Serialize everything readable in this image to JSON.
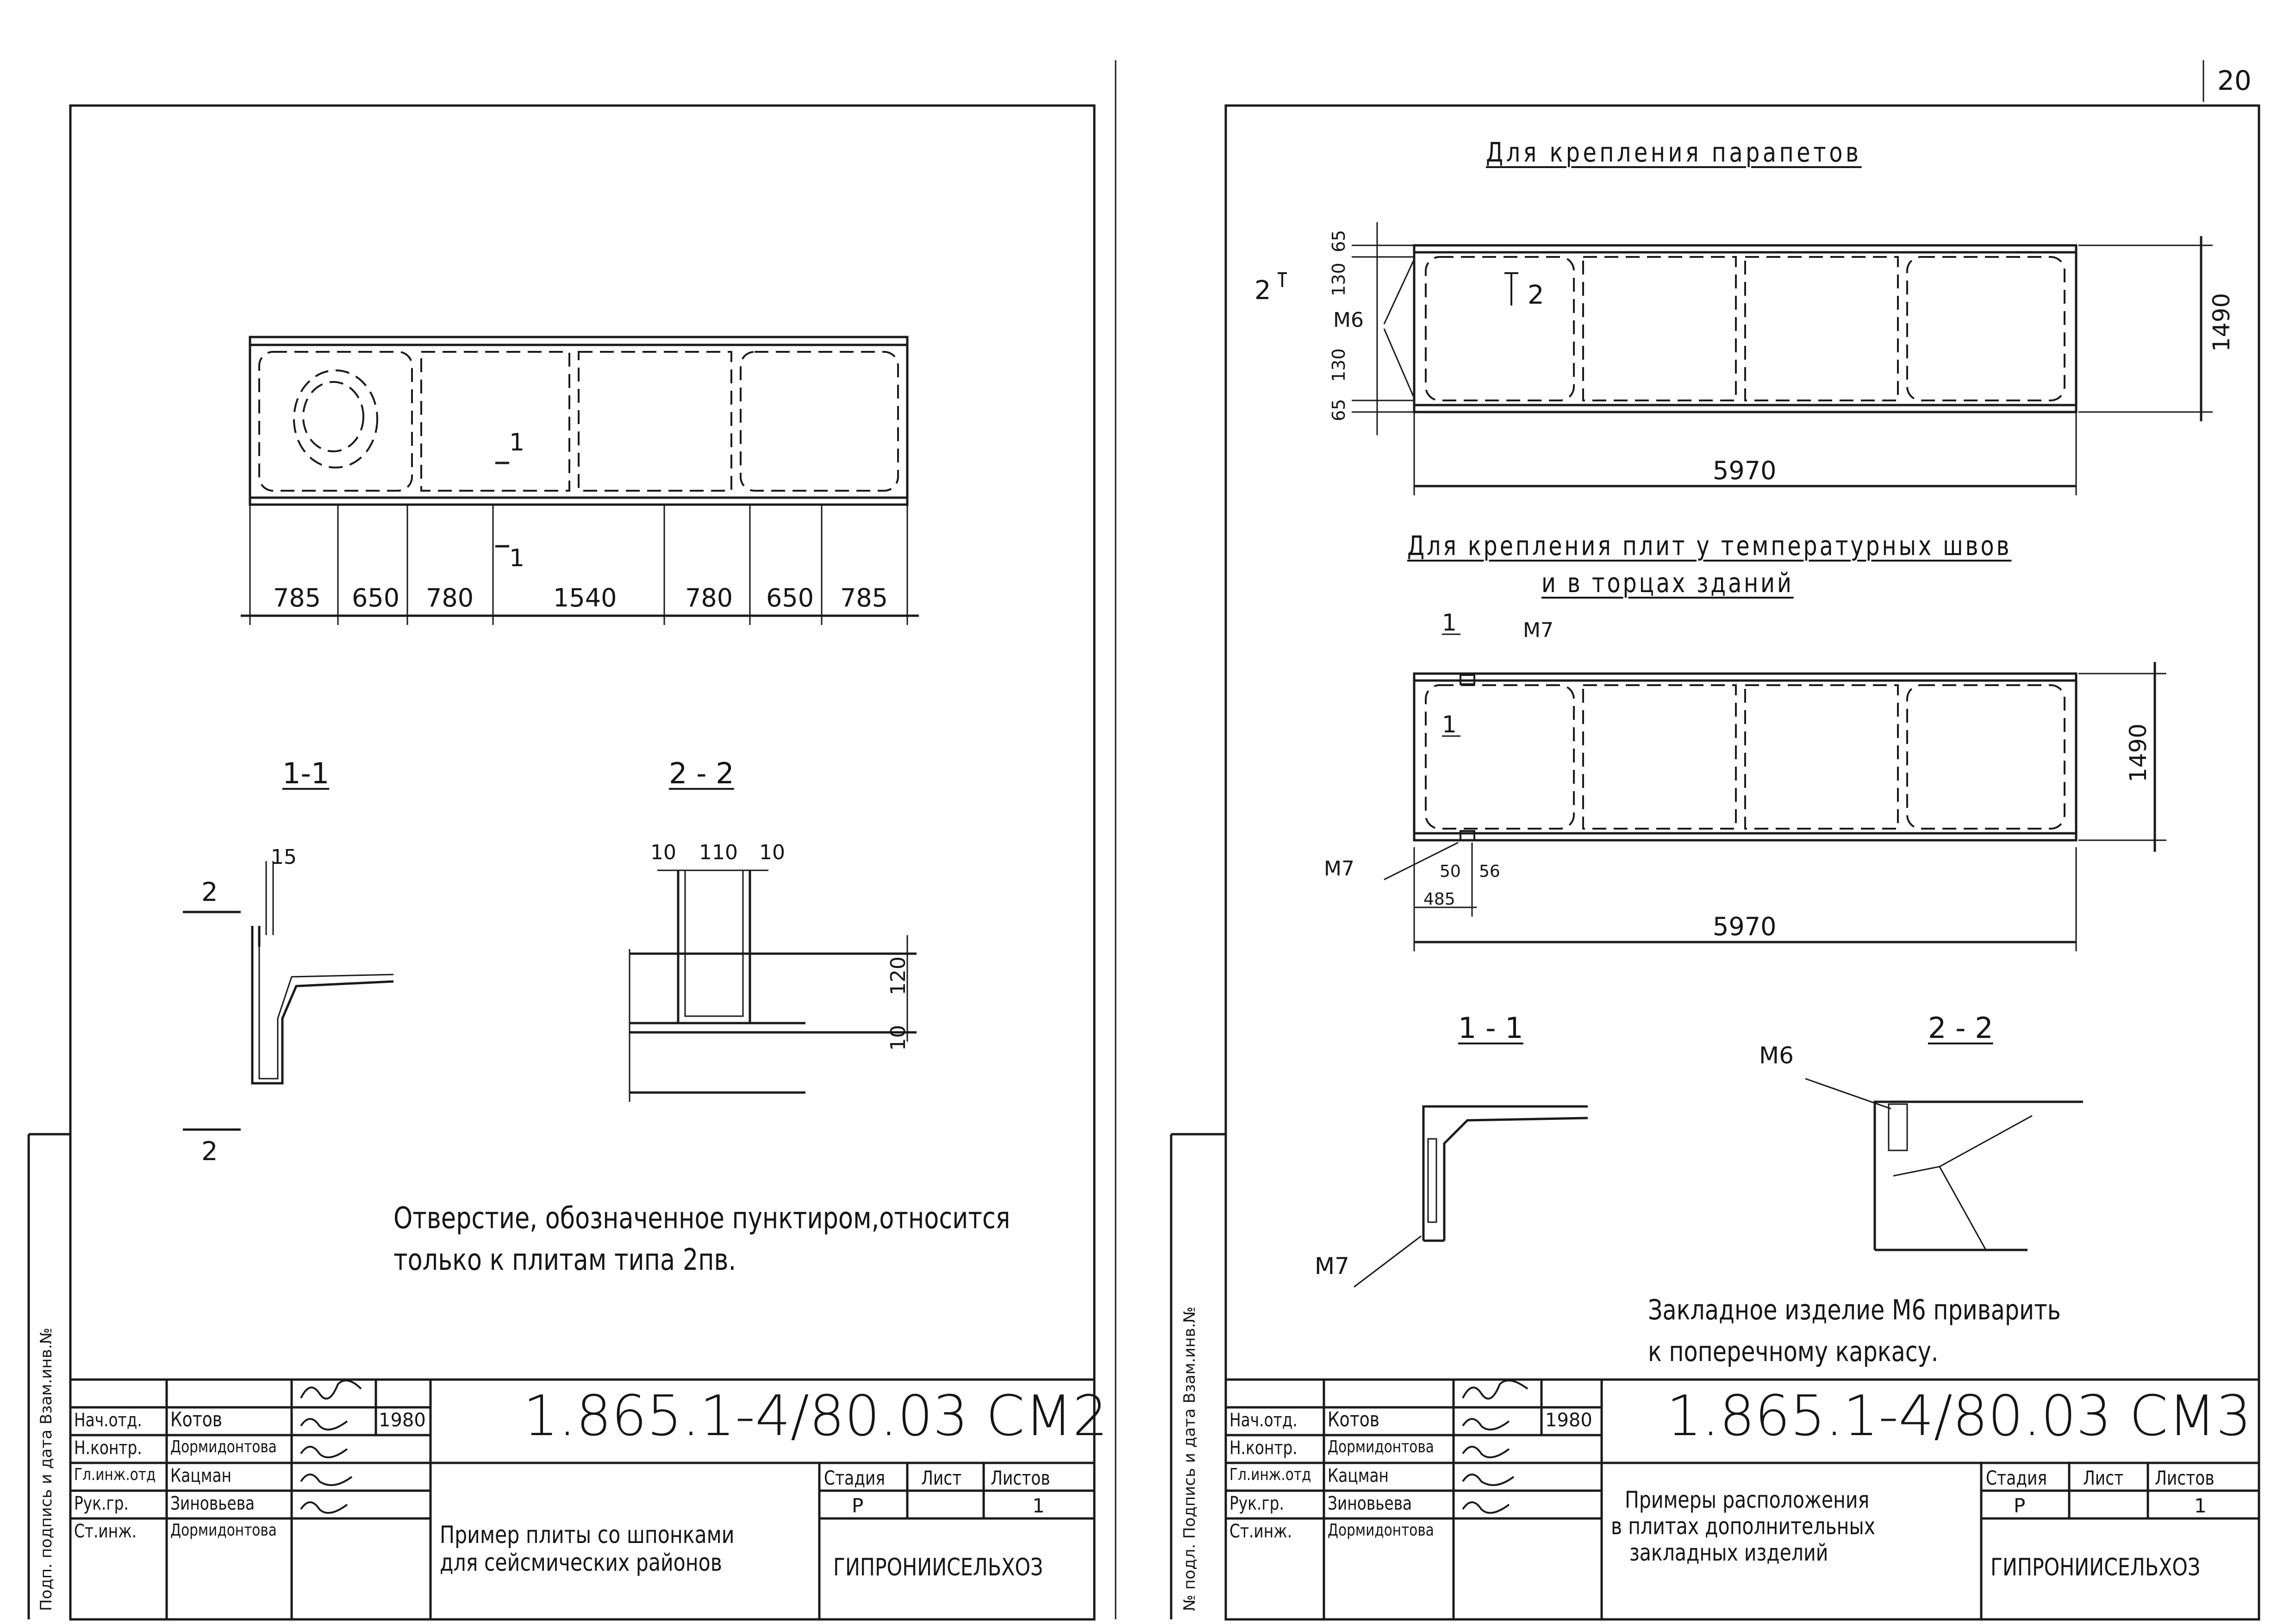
{
  "page_number": "20",
  "left": {
    "dims": [
      "785",
      "650",
      "780",
      "1540",
      "780",
      "650",
      "785"
    ],
    "cut_marks": [
      "1",
      "1"
    ],
    "section_11": {
      "title": "1-1",
      "dim": "15",
      "marks": [
        "2",
        "2"
      ]
    },
    "section_22": {
      "title": "2 - 2",
      "dims_top": [
        "10",
        "110",
        "10"
      ],
      "dim_120": "120",
      "dim_10": "10"
    },
    "note_line1": "Отверстие, обозначенное пунктиром,относится",
    "note_line2": "только к плитам типа 2пв.",
    "stamp": {
      "code": "1.865.1-4/80.03 СМ2",
      "rows": [
        {
          "role": "Нач.отд.",
          "name": "Котов",
          "year": "1980"
        },
        {
          "role": "Н.контр.",
          "name": "Дормидонтова",
          "year": ""
        },
        {
          "role": "Гл.инж.отд",
          "name": "Кацман",
          "year": ""
        },
        {
          "role": "Рук.гр.",
          "name": "Зиновьева",
          "year": ""
        },
        {
          "role": "Ст.инж.",
          "name": "Дормидонтова",
          "year": ""
        }
      ],
      "stage_h": "Стадия",
      "sheet_h": "Лист",
      "sheets_h": "Листов",
      "stage": "Р",
      "sheet": "1",
      "title_line1": "Пример плиты со шпонками",
      "title_line2": "для сейсмических районов",
      "org": "ГИПРОНИИСЕЛЬХОЗ"
    },
    "side_label": "Подп. подпись и дата  Взам.инв.№"
  },
  "right": {
    "title_top": "Для крепления парапетов",
    "top_plan": {
      "dims_left": [
        "65",
        "130",
        "130",
        "65"
      ],
      "m6": "М6",
      "mark2a": "2",
      "mark2b": "2",
      "height": "1490",
      "length": "5970"
    },
    "title_mid_line1": "Для крепления плит у температурных швов",
    "title_mid_line2": "и в торцах зданий",
    "mid_plan": {
      "m7_top": "М7",
      "m7_bot": "М7",
      "mark1a": "1",
      "mark1b": "1",
      "d50": "50",
      "d56": "56",
      "d485": "485",
      "height": "1490",
      "length": "5970"
    },
    "section_11": {
      "title": "1 - 1",
      "m7": "М7"
    },
    "section_22": {
      "title": "2 - 2",
      "m6": "М6"
    },
    "note_line1": "Закладное изделие М6 приварить",
    "note_line2": "к поперечному каркасу.",
    "stamp": {
      "code": "1.865.1-4/80.03 СМ3",
      "rows": [
        {
          "role": "Нач.отд.",
          "name": "Котов",
          "year": "1980"
        },
        {
          "role": "Н.контр.",
          "name": "Дормидонтова",
          "year": ""
        },
        {
          "role": "Гл.инж.отд",
          "name": "Кацман",
          "year": ""
        },
        {
          "role": "Рук.гр.",
          "name": "Зиновьева",
          "year": ""
        },
        {
          "role": "Ст.инж.",
          "name": "Дормидонтова",
          "year": ""
        }
      ],
      "stage_h": "Стадия",
      "sheet_h": "Лист",
      "sheets_h": "Листов",
      "stage": "Р",
      "sheet": "1",
      "title_line1": "Примеры расположения",
      "title_line2": "в плитах дополнительных",
      "title_line3": "закладных изделий",
      "org": "ГИПРОНИИСЕЛЬХОЗ"
    },
    "side_label": "№ подл. Подпись и дата  Взам.инв.№"
  }
}
